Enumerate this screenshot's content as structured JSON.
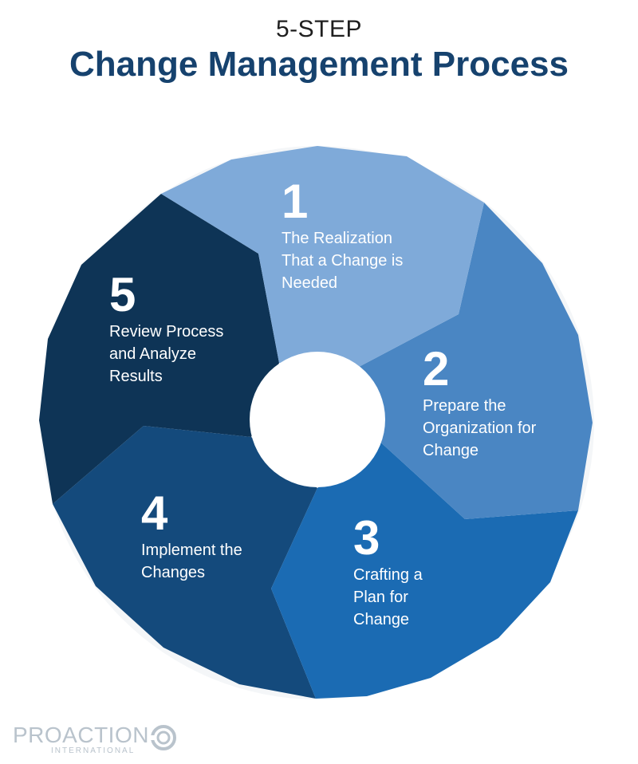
{
  "header": {
    "subtitle": "5-STEP",
    "title": "Change Management Process"
  },
  "steps": [
    {
      "number": "1",
      "label": "The Realization That a Change is Needed",
      "color": "#7faad9"
    },
    {
      "number": "2",
      "label": "Prepare the Organization for Change",
      "color": "#4a86c3"
    },
    {
      "number": "3",
      "label": "Crafting a Plan for Change",
      "color": "#1b6bb3"
    },
    {
      "number": "4",
      "label": "Implement the Changes",
      "color": "#144a7c"
    },
    {
      "number": "5",
      "label": "Review Process and Analyze Results",
      "color": "#0e3456"
    }
  ],
  "logo": {
    "name": "PROACTION",
    "sub": "INTERNATIONAL"
  },
  "colors": {
    "title": "#16426e",
    "center": "#ffffff",
    "logo": "#b9c3cc"
  }
}
